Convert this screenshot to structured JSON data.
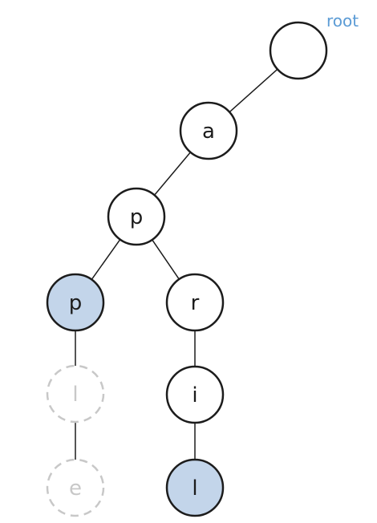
{
  "root_label": "root",
  "colors": {
    "stroke": "#1c1c1c",
    "faded_stroke": "#c8c8c8",
    "highlight_fill": "#c3d5ea",
    "plain_fill": "#ffffff",
    "root_label_color": "#5b9bd5",
    "text": "#1c1c1c",
    "faded_text": "#c8c8c8"
  },
  "nodes": [
    {
      "id": "n-root",
      "label": "",
      "state": "plain"
    },
    {
      "id": "n-a",
      "label": "a",
      "state": "plain"
    },
    {
      "id": "n-p1",
      "label": "p",
      "state": "plain"
    },
    {
      "id": "n-p2",
      "label": "p",
      "state": "highlighted"
    },
    {
      "id": "n-l1",
      "label": "l",
      "state": "faded"
    },
    {
      "id": "n-e",
      "label": "e",
      "state": "faded"
    },
    {
      "id": "n-r",
      "label": "r",
      "state": "plain"
    },
    {
      "id": "n-i",
      "label": "i",
      "state": "plain"
    },
    {
      "id": "n-l2",
      "label": "l",
      "state": "highlighted"
    }
  ],
  "edges": [
    {
      "from": "n-root",
      "to": "n-a",
      "state": "plain"
    },
    {
      "from": "n-a",
      "to": "n-p1",
      "state": "plain"
    },
    {
      "from": "n-p1",
      "to": "n-p2",
      "state": "plain"
    },
    {
      "from": "n-p1",
      "to": "n-r",
      "state": "plain"
    },
    {
      "from": "n-p2",
      "to": "n-l1",
      "state": "plain"
    },
    {
      "from": "n-l1",
      "to": "n-e",
      "state": "plain"
    },
    {
      "from": "n-r",
      "to": "n-i",
      "state": "plain"
    },
    {
      "from": "n-i",
      "to": "n-l2",
      "state": "plain"
    }
  ]
}
